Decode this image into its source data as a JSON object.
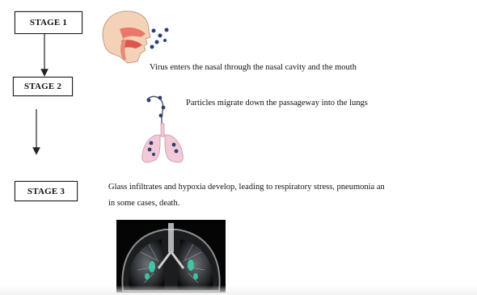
{
  "stages": [
    {
      "label": "STAGE 1",
      "description": "Virus enters the nasal through the nasal cavity and the mouth"
    },
    {
      "label": "STAGE 2",
      "description": "Particles migrate down the passageway into the lungs"
    },
    {
      "label": "STAGE 3",
      "description_lines": [
        "Glass infiltrates and hypoxia develop, leading to respiratory stress, pneumonia an",
        "in some cases, death."
      ]
    }
  ],
  "illustrations": {
    "stage1": "head-cross-section-with-virus-icon",
    "stage2": "lungs-with-virus-particles-icon",
    "stage3": "chest-ct-scan-image"
  },
  "colors": {
    "virus": "#2b3f73",
    "lung": "#f2c9d6",
    "skin": "#f4d2b8",
    "nasal_cavity": "#e9786a",
    "ct_highlight": "#3fd6b4"
  }
}
